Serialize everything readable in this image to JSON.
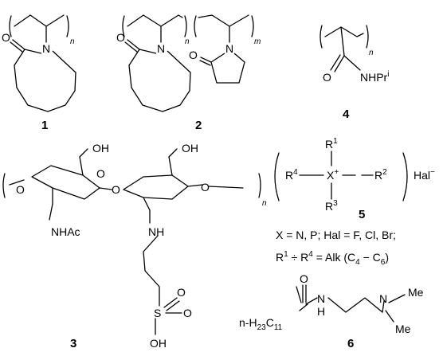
{
  "compounds": [
    {
      "number": "1",
      "atoms": {
        "n_index": "n",
        "N": "N",
        "O": "O"
      }
    },
    {
      "number": "2",
      "atoms": {
        "n_index": "n",
        "m_index": "m",
        "N1": "N",
        "O1": "O",
        "N2": "N",
        "O2": "O"
      }
    },
    {
      "number": "3",
      "atoms": {
        "OH1": "OH",
        "OH2": "OH",
        "O_left": "O",
        "O_ring1": "O",
        "O_link": "O",
        "O_ring2": "O",
        "NHAc": "NHAc",
        "NH": "NH",
        "S": "S",
        "O_s1": "O",
        "O_s2": "O",
        "OH_s": "OH",
        "n_index": "n"
      }
    },
    {
      "number": "4",
      "atoms": {
        "n_index": "n",
        "O": "O",
        "NHPr": "NHPr",
        "iso": "i"
      }
    },
    {
      "number": "5",
      "atoms": {
        "R1": "R",
        "R1_sup": "1",
        "R2": "R",
        "R2_sup": "2",
        "R3": "R",
        "R3_sup": "3",
        "R4": "R",
        "R4_sup": "4",
        "X": "X",
        "plus": "+",
        "Hal": "Hal",
        "minus": "−"
      },
      "note_line1": "X = N, P; Hal = F, Cl, Br;",
      "note_line2_a": "R",
      "note_line2_b": "1",
      "note_line2_c": " ÷ R",
      "note_line2_d": "4",
      "note_line2_e": " = Alk (C",
      "note_line2_f": "4",
      "note_line2_g": " − C",
      "note_line2_h": "6",
      "note_line2_i": ")"
    },
    {
      "number": "6",
      "atoms": {
        "O": "O",
        "NH_N": "N",
        "NH_H": "H",
        "NMe": "N",
        "Me1": "Me",
        "Me2": "Me",
        "chain_a": "n-H",
        "chain_b": "23",
        "chain_c": "C",
        "chain_d": "11"
      }
    }
  ]
}
